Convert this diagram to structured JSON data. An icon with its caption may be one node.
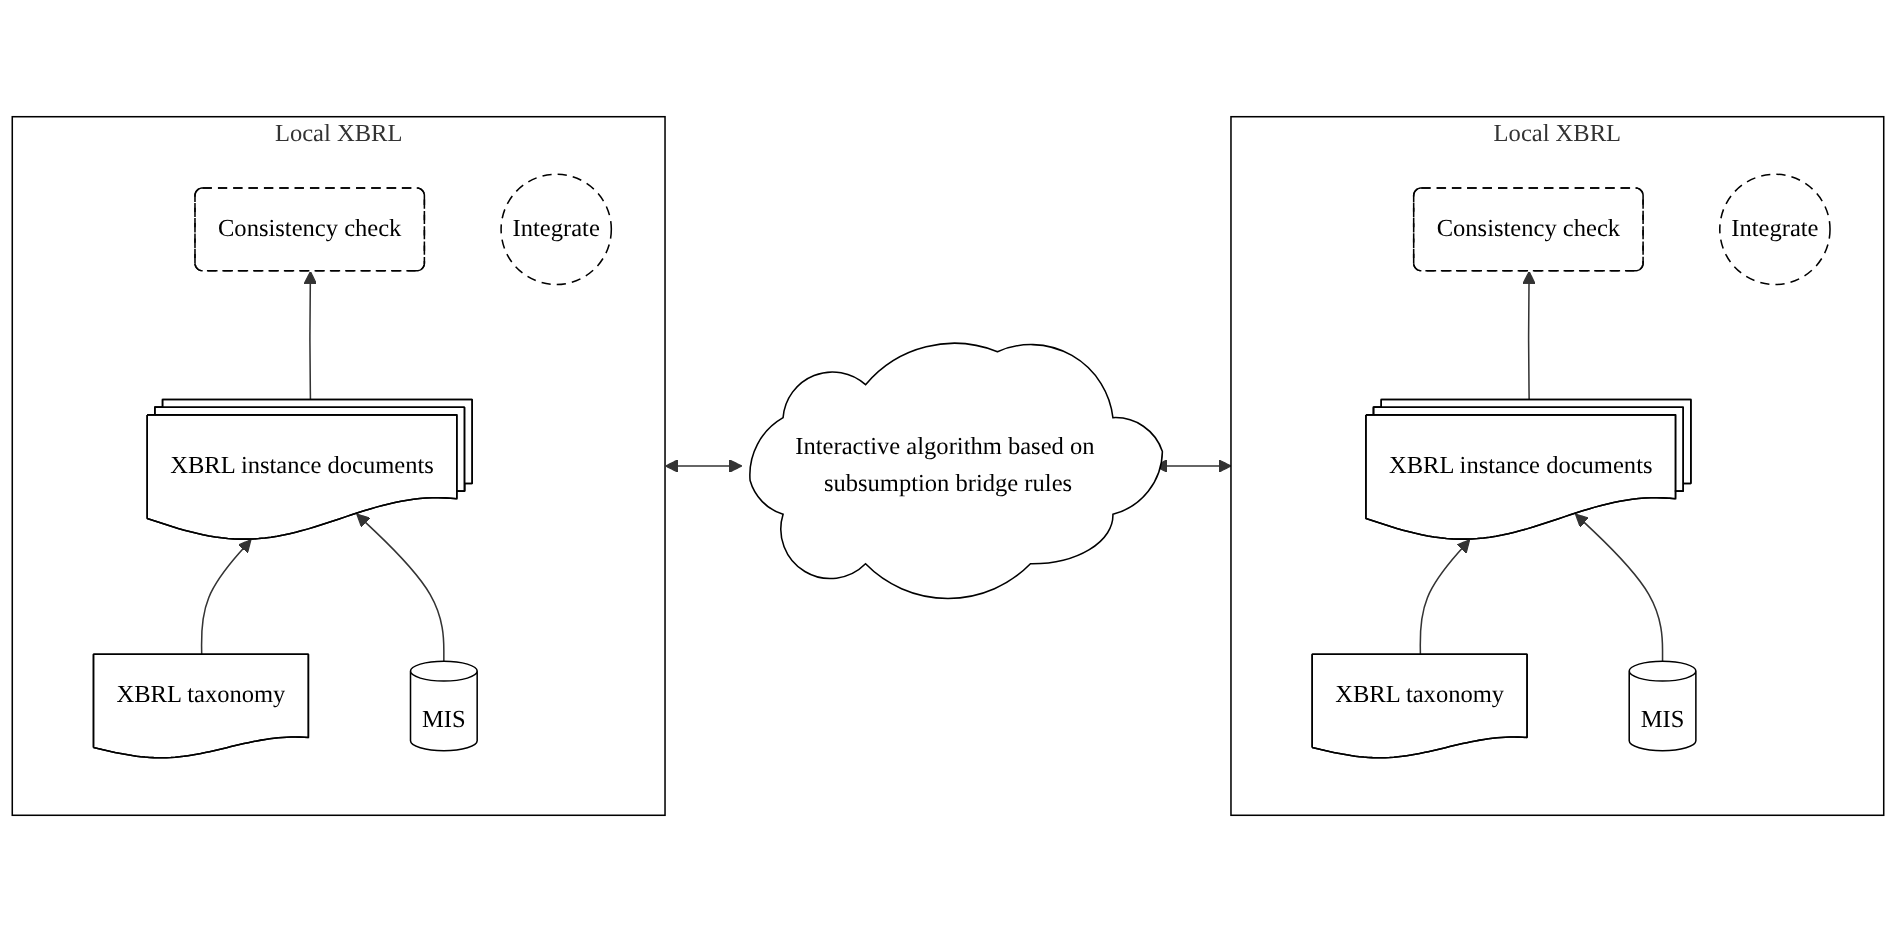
{
  "diagram": {
    "nodes": [
      {
        "text": [
          "Local XBRL"
        ]
      },
      {
        "text": [
          "Consistency check"
        ],
        "in": 0
      },
      {
        "text": [
          "XBRL instance documents"
        ],
        "in": 0
      },
      {
        "text": [
          "Integrate"
        ],
        "in": 0
      },
      {
        "text": [
          "XBRL taxonomy"
        ],
        "in": 0
      },
      {
        "text": [
          "MIS"
        ],
        "in": 0
      },
      {
        "text": [
          "Interactive algorithm based on subsumption bridge rules"
        ]
      },
      {
        "text": [
          "Local XBRL"
        ]
      },
      {
        "text": [
          "Consistency check"
        ],
        "in": 7
      },
      {
        "text": [
          "XBRL instance documents"
        ],
        "in": 7
      },
      {
        "text": [
          "Integrate"
        ],
        "in": 7
      },
      {
        "text": [
          "XBRL taxonomy"
        ],
        "in": 7
      },
      {
        "text": [
          "MIS"
        ],
        "in": 7
      }
    ],
    "edges": [
      {
        "from": 2,
        "to": 1,
        "arrow": "to"
      },
      {
        "from": 4,
        "to": 2,
        "arrow": "to"
      },
      {
        "from": 5,
        "to": 2,
        "arrow": "to"
      },
      {
        "from": 0,
        "to": 6,
        "arrow": "both"
      },
      {
        "from": 6,
        "to": 7,
        "arrow": "both"
      },
      {
        "from": 9,
        "to": 8,
        "arrow": "to"
      },
      {
        "from": 11,
        "to": 9,
        "arrow": "to"
      },
      {
        "from": 12,
        "to": 9,
        "arrow": "to"
      }
    ]
  }
}
